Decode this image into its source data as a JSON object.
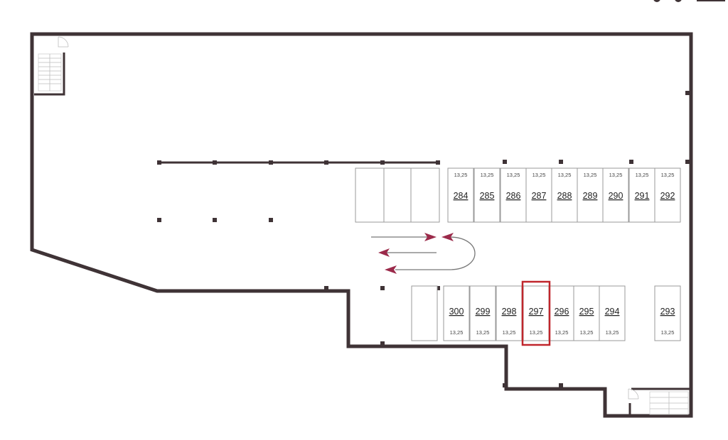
{
  "plan": {
    "colors": {
      "wall": "#3f3336",
      "selected": "#c0262c",
      "arrow": "#9b2a4a",
      "space_border": "#9a9a9a"
    },
    "selected_space": "297",
    "top_row": [
      {
        "number": "284",
        "area": "13,25"
      },
      {
        "number": "285",
        "area": "13,25"
      },
      {
        "number": "286",
        "area": "13,25"
      },
      {
        "number": "287",
        "area": "13,25"
      },
      {
        "number": "288",
        "area": "13,25"
      },
      {
        "number": "289",
        "area": "13,25"
      },
      {
        "number": "290",
        "area": "13,25"
      },
      {
        "number": "291",
        "area": "13,25"
      },
      {
        "number": "292",
        "area": "13,25"
      }
    ],
    "bottom_row": [
      {
        "number": "300",
        "area": "13,25"
      },
      {
        "number": "299",
        "area": "13,25"
      },
      {
        "number": "298",
        "area": "13,25"
      },
      {
        "number": "297",
        "area": "13,25"
      },
      {
        "number": "296",
        "area": "13,25"
      },
      {
        "number": "295",
        "area": "13,25"
      },
      {
        "number": "294",
        "area": "13,25"
      },
      {
        "number": "293",
        "area": "13,25"
      }
    ]
  }
}
